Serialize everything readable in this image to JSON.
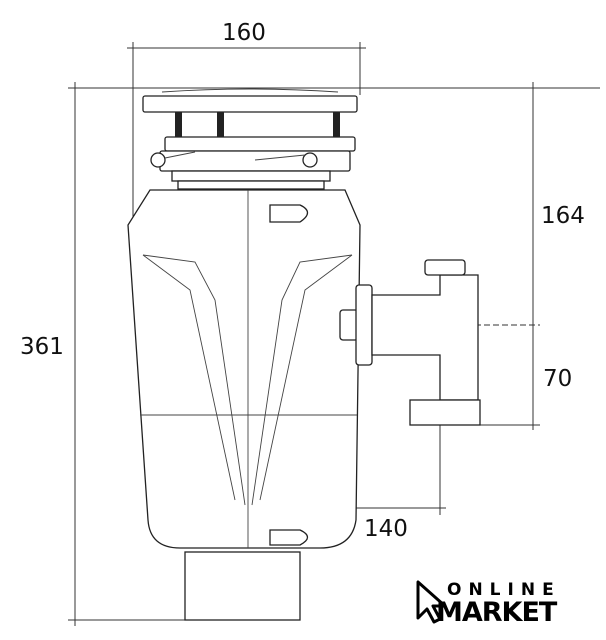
{
  "dimensions": {
    "width_top": "160",
    "total_height": "361",
    "outlet_height": "164",
    "pipe_offset_vertical": "70",
    "pipe_offset_horizontal": "140"
  },
  "logo": {
    "line1": "ONLINE",
    "line2": "MARKET"
  }
}
